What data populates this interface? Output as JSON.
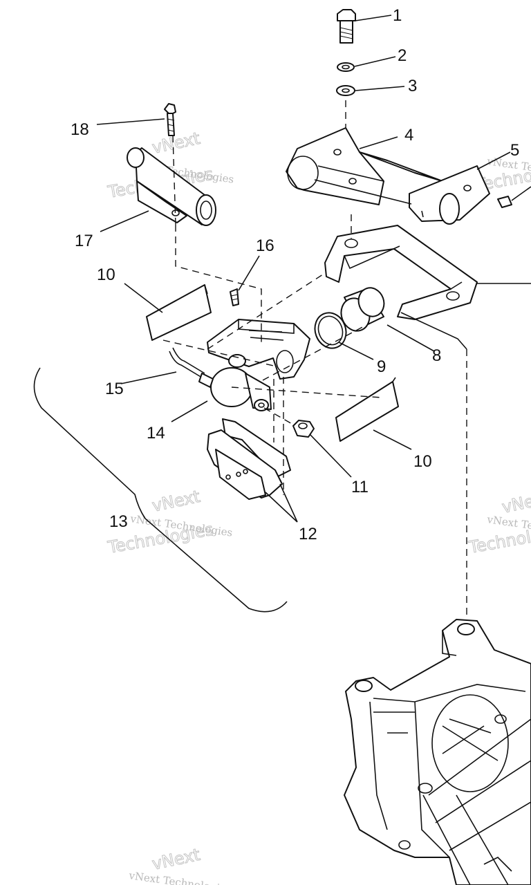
{
  "callouts": [
    {
      "id": "c1",
      "text": "1"
    },
    {
      "id": "c2",
      "text": "2"
    },
    {
      "id": "c3",
      "text": "3"
    },
    {
      "id": "c4",
      "text": "4"
    },
    {
      "id": "c5",
      "text": "5"
    },
    {
      "id": "c8",
      "text": "8"
    },
    {
      "id": "c9",
      "text": "9"
    },
    {
      "id": "c10a",
      "text": "10"
    },
    {
      "id": "c10b",
      "text": "10"
    },
    {
      "id": "c11",
      "text": "11"
    },
    {
      "id": "c12",
      "text": "12"
    },
    {
      "id": "c13",
      "text": "13"
    },
    {
      "id": "c14",
      "text": "14"
    },
    {
      "id": "c15",
      "text": "15"
    },
    {
      "id": "c16",
      "text": "16"
    },
    {
      "id": "c17",
      "text": "17"
    },
    {
      "id": "c18",
      "text": "18"
    }
  ],
  "watermark": {
    "line1": "vNext",
    "line2": "vNext Technologies",
    "line3": "Technologies"
  },
  "colors": {
    "ink": "#111111",
    "watermark": "#bdbdbd",
    "background": "#ffffff"
  }
}
